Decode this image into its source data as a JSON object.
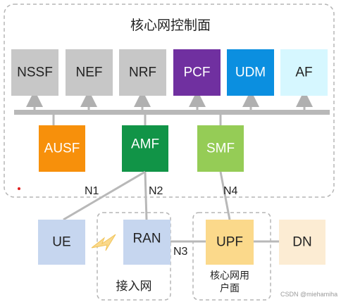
{
  "title": "核心网控制面",
  "top_nfs": [
    {
      "label": "NSSF",
      "color": "#c7c7c7",
      "text_color": "#222222"
    },
    {
      "label": "NEF",
      "color": "#c7c7c7",
      "text_color": "#222222"
    },
    {
      "label": "NRF",
      "color": "#c7c7c7",
      "text_color": "#222222"
    },
    {
      "label": "PCF",
      "color": "#7030a0",
      "text_color": "#ffffff"
    },
    {
      "label": "UDM",
      "color": "#0b8fe0",
      "text_color": "#ffffff"
    },
    {
      "label": "AF",
      "color": "#d6f7ff",
      "text_color": "#222222"
    }
  ],
  "mid_nfs": [
    {
      "label": "AUSF",
      "color": "#f7900b",
      "text_color": "#ffffff"
    },
    {
      "label": "AMF",
      "color": "#119447",
      "text_color": "#ffffff"
    },
    {
      "label": "SMF",
      "color": "#95cc56",
      "text_color": "#ffffff"
    }
  ],
  "bottom": {
    "ue": {
      "label": "UE",
      "color": "#c6d6ef"
    },
    "ran": {
      "label": "RAN",
      "color": "#c6d6ef"
    },
    "upf": {
      "label": "UPF",
      "color": "#fbd98b"
    },
    "dn": {
      "label": "DN",
      "color": "#fcecd3"
    }
  },
  "interfaces": {
    "n1": "N1",
    "n2": "N2",
    "n3": "N3",
    "n4": "N4"
  },
  "groups": {
    "access_network": "接入网",
    "user_plane_line1": "核心网用",
    "user_plane_line2": "户面"
  },
  "watermark": "CSDN @miehamiha"
}
